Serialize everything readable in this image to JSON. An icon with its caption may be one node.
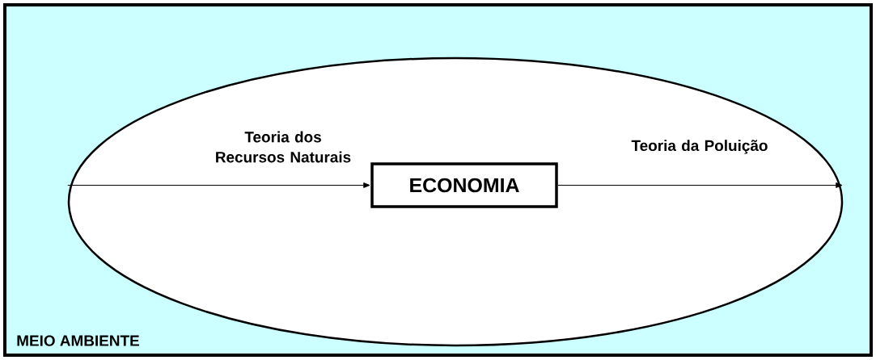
{
  "diagram": {
    "nodes": [
      {
        "text": [
          "MEIO AMBIENTE"
        ]
      },
      {
        "text": [],
        "shape": "ellipse",
        "in": 0
      },
      {
        "text": [
          "ECONOMIA"
        ],
        "in": 1
      }
    ],
    "edges": [
      {
        "from": 1,
        "to": 2,
        "arrow": "to",
        "label": "Teoria dos Recursos Naturais"
      },
      {
        "from": 2,
        "to": 1,
        "arrow": "to",
        "label": "Teoria da Poluição"
      }
    ]
  }
}
